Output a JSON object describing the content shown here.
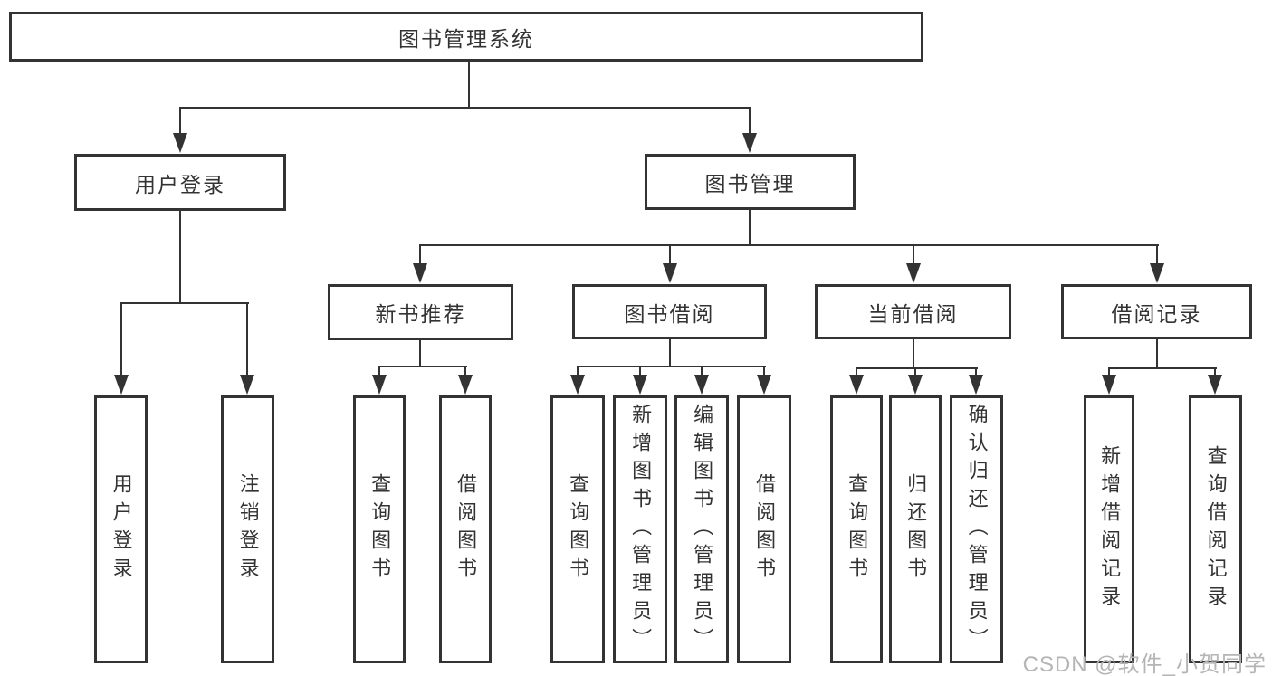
{
  "diagram": {
    "title": "图书管理系统",
    "branches": [
      {
        "label": "用户登录",
        "children": [
          {
            "label": "用户登录"
          },
          {
            "label": "注销登录"
          }
        ]
      },
      {
        "label": "图书管理",
        "children": [
          {
            "label": "新书推荐",
            "children": [
              {
                "label": "查询图书"
              },
              {
                "label": "借阅图书"
              }
            ]
          },
          {
            "label": "图书借阅",
            "children": [
              {
                "label": "查询图书"
              },
              {
                "label": "新增图书（管理员）"
              },
              {
                "label": "编辑图书（管理员）"
              },
              {
                "label": "借阅图书"
              }
            ]
          },
          {
            "label": "当前借阅",
            "children": [
              {
                "label": "查询图书"
              },
              {
                "label": "归还图书"
              },
              {
                "label": "确认归还（管理员）"
              }
            ]
          },
          {
            "label": "借阅记录",
            "children": [
              {
                "label": "新增借阅记录"
              },
              {
                "label": "查询借阅记录"
              }
            ]
          }
        ]
      }
    ],
    "colors": {
      "line": "#333333",
      "box_background": "#ffffff",
      "watermark": "#b5b5b5"
    },
    "watermark": "CSDN @软件_小贺同学"
  }
}
